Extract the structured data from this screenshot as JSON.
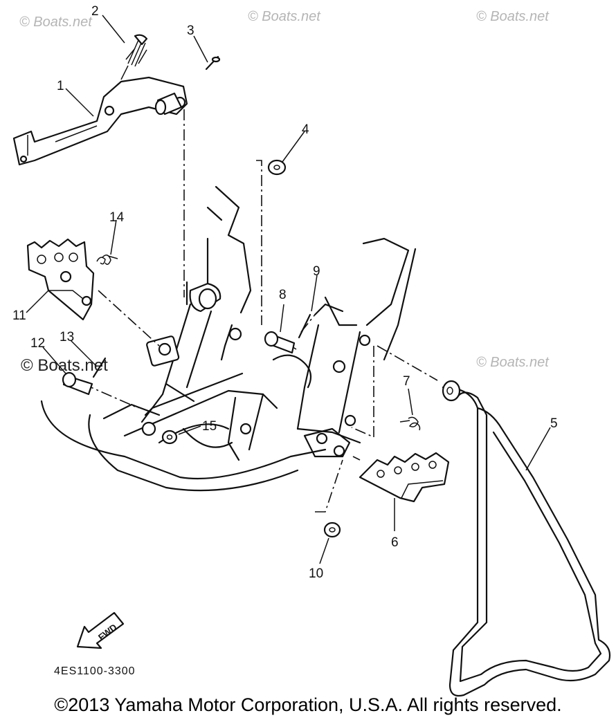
{
  "watermarks": [
    "© Boats.net",
    "© Boats.net",
    "© Boats.net",
    "© Boats.net",
    "© Boats.net"
  ],
  "callouts": [
    "1",
    "2",
    "3",
    "4",
    "5",
    "6",
    "7",
    "8",
    "9",
    "10",
    "11",
    "12",
    "13",
    "14",
    "15"
  ],
  "fwd_label": "FWD",
  "diagram_code": "4ES1100-3300",
  "copyright": "©2013 Yamaha Motor Corporation, U.S.A. All rights reserved."
}
